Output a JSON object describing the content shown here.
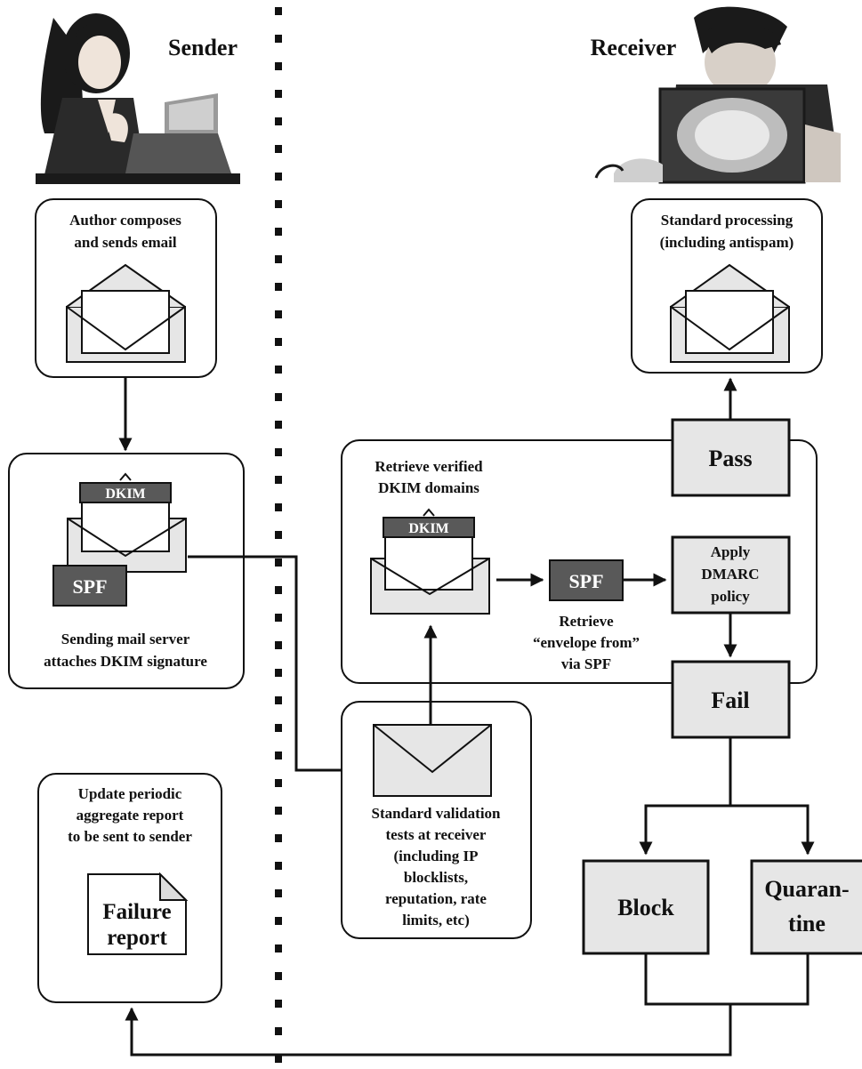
{
  "headers": {
    "sender": "Sender",
    "receiver": "Receiver"
  },
  "author_box": {
    "lines": [
      "Author composes",
      "and sends email"
    ]
  },
  "standard_processing": {
    "lines": [
      "Standard processing",
      "(including antispam)"
    ]
  },
  "sending_server": {
    "lines": [
      "Sending mail server",
      "attaches DKIM signature"
    ]
  },
  "badges": {
    "dkim": "DKIM",
    "spf": "SPF"
  },
  "retrieve_dkim": {
    "lines": [
      "Retrieve verified",
      "DKIM domains"
    ]
  },
  "retrieve_spf": {
    "lines": [
      "Retrieve",
      "“envelope from”",
      "via SPF"
    ]
  },
  "apply_dmarc": {
    "lines": [
      "Apply",
      "DMARC",
      "policy"
    ]
  },
  "outcomes": {
    "pass": "Pass",
    "fail": "Fail",
    "block": "Block",
    "quarantine": [
      "Quaran-",
      "tine"
    ]
  },
  "validation": {
    "lines": [
      "Standard validation",
      "tests at receiver",
      "(including IP",
      "blocklists,",
      "reputation, rate",
      "limits, etc)"
    ]
  },
  "aggregate": {
    "lines": [
      "Update periodic",
      "aggregate report",
      "to be sent to sender"
    ]
  },
  "failure_report": {
    "lines": [
      "Failure",
      "report"
    ]
  },
  "colors": {
    "box_fill": "#e6e6e6",
    "badge_fill": "#595959",
    "line": "#111111"
  }
}
